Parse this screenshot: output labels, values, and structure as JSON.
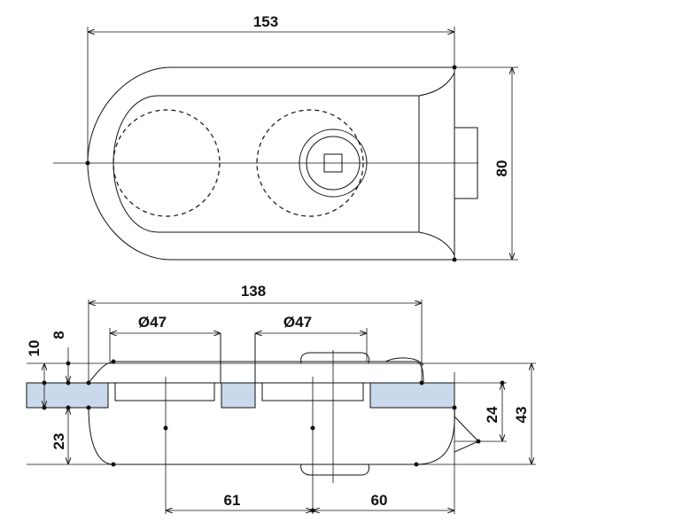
{
  "dimensions": {
    "top_width": "153",
    "top_height": "80",
    "span": "138",
    "hole_left": "Ø47",
    "hole_right": "Ø47",
    "d10": "10",
    "d8": "8",
    "d23": "23",
    "d24": "24",
    "d43": "43",
    "d61": "61",
    "d60": "60"
  },
  "colors": {
    "glass": "#c9d8ea",
    "line": "#111111"
  }
}
